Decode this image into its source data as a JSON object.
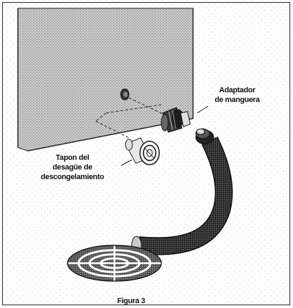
{
  "labels": {
    "adapter_line1": "Adaptador",
    "adapter_line2": "de manguera",
    "plug_line1": "Tapon del",
    "plug_line2": "desagüe de",
    "plug_line3": "descongelamiento",
    "figure": "Figura 3"
  },
  "colors": {
    "ink": "#111111",
    "stipple_bg": "#ffffff",
    "shadow": "#6b6b6b"
  }
}
